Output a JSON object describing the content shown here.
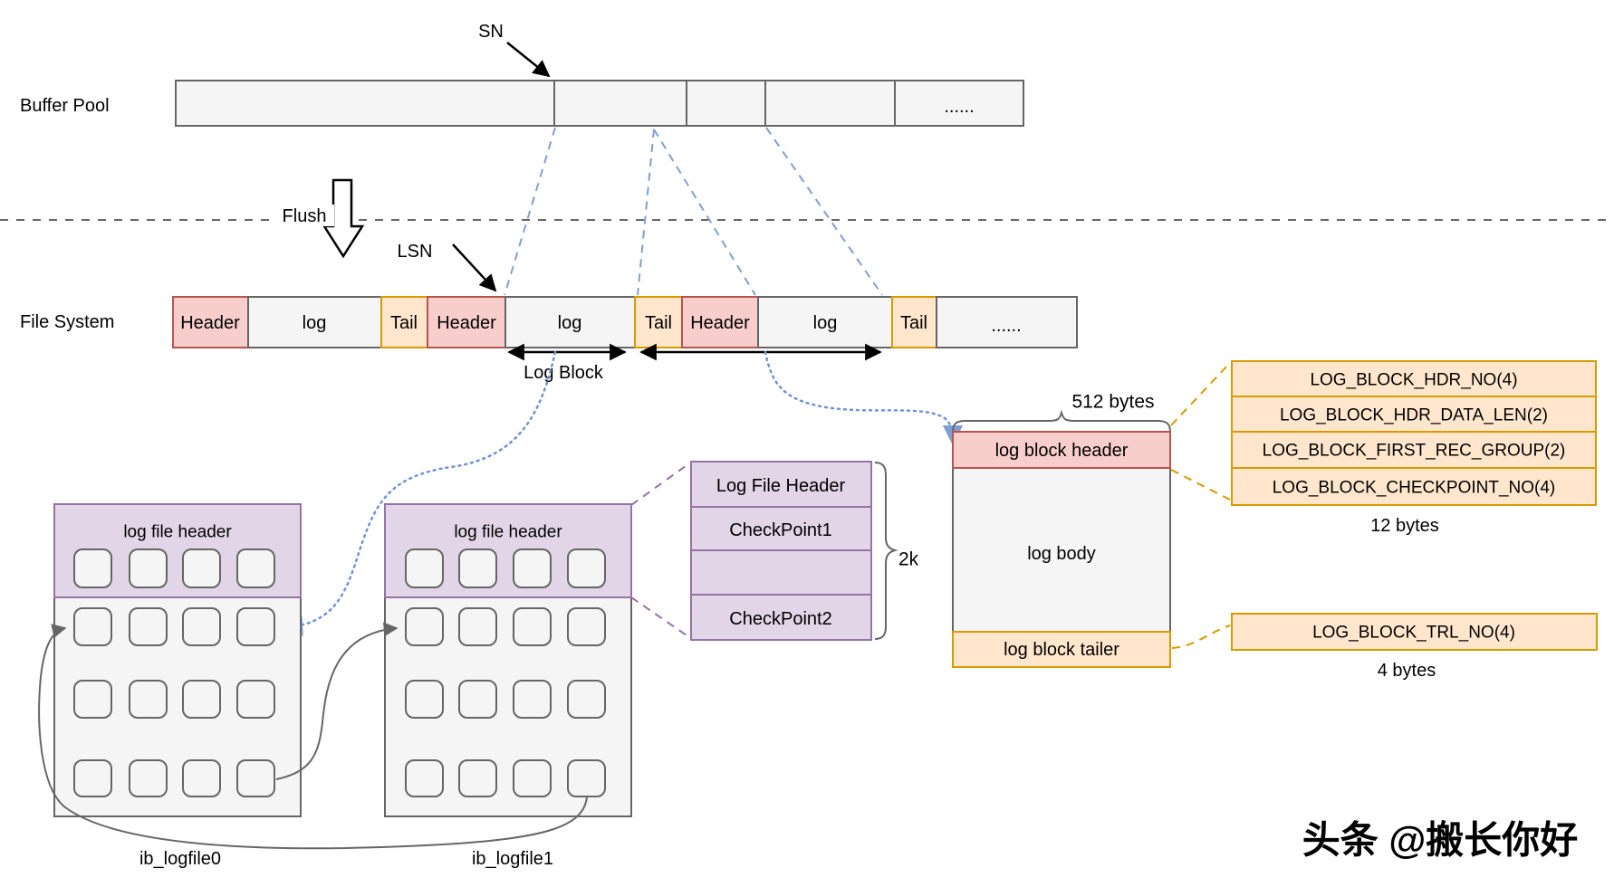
{
  "buffer_pool": {
    "label": "Buffer Pool",
    "sn_label": "SN",
    "ellipsis": "......"
  },
  "flush": {
    "label": "Flush"
  },
  "file_system": {
    "label": "File System",
    "lsn_label": "LSN",
    "log_block_label": "Log Block",
    "cells": [
      {
        "label": "Header"
      },
      {
        "label": "log"
      },
      {
        "label": "Tail"
      },
      {
        "label": "Header"
      },
      {
        "label": "log"
      },
      {
        "label": "Tail"
      },
      {
        "label": "Header"
      },
      {
        "label": "log"
      },
      {
        "label": "Tail"
      },
      {
        "label": "......"
      }
    ]
  },
  "log_files": {
    "file0": {
      "header_label": "log file header",
      "name": "ib_logfile0"
    },
    "file1": {
      "header_label": "log file header",
      "name": "ib_logfile1"
    }
  },
  "checkpoint_box": {
    "rows": [
      "Log  File Header",
      "CheckPoint1",
      "",
      "CheckPoint2"
    ],
    "size_label": "2k"
  },
  "log_block": {
    "size_label": "512 bytes",
    "header": "log block header",
    "body": "log body",
    "tailer": "log block tailer"
  },
  "header_fields": {
    "rows": [
      "LOG_BLOCK_HDR_NO(4)",
      "LOG_BLOCK_HDR_DATA_LEN(2)",
      "LOG_BLOCK_FIRST_REC_GROUP(2)",
      "LOG_BLOCK_CHECKPOINT_NO(4)"
    ],
    "size_label": "12 bytes"
  },
  "tailer_field": {
    "label": "LOG_BLOCK_TRL_NO(4)",
    "size_label": "4 bytes"
  },
  "watermark": "头条 @搬长你好",
  "colors": {
    "red_fill": "#f8cecc",
    "red_stroke": "#b85450",
    "orange_fill": "#ffe6cc",
    "orange_stroke": "#d79b00",
    "purple_fill": "#e1d5e7",
    "purple_stroke": "#9673a6",
    "gray_fill": "#f5f5f5",
    "gray_stroke": "#666666",
    "blue_connector": "#7e9fd4"
  }
}
